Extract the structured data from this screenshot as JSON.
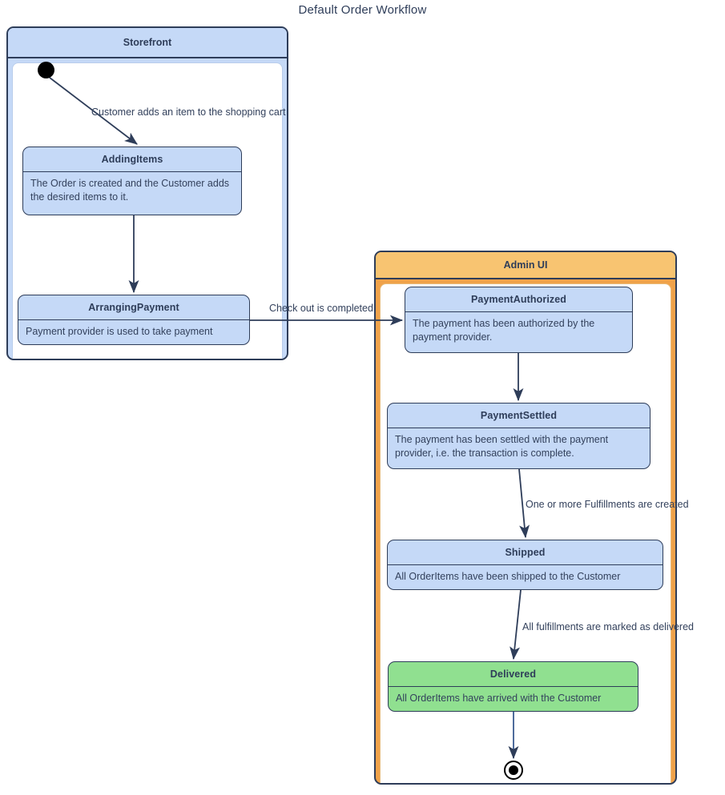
{
  "diagram": {
    "title": "Default Order Workflow",
    "type": "uml-state-machine"
  },
  "colors": {
    "state_fill_blue": "#c5d9f7",
    "state_fill_green": "#90e090",
    "state_border": "#2e3d59",
    "container_storefront_header": "#c5d9f7",
    "container_adminui_header": "#f8c471",
    "container_adminui_border": "#f0a24a",
    "text": "#33415c",
    "arrow": "#2e3d59"
  },
  "containers": [
    {
      "id": "storefront",
      "title": "Storefront"
    },
    {
      "id": "adminui",
      "title": "Admin UI"
    }
  ],
  "states": [
    {
      "id": "addingitems",
      "name": "AddingItems",
      "description": "The Order is created and the Customer adds the desired items to it.",
      "container": "storefront",
      "fill": "blue"
    },
    {
      "id": "arrangingpayment",
      "name": "ArrangingPayment",
      "description": "Payment provider is used to take payment",
      "container": "storefront",
      "fill": "blue"
    },
    {
      "id": "paymentauthorized",
      "name": "PaymentAuthorized",
      "description": "The payment has been authorized by the payment provider.",
      "container": "adminui",
      "fill": "blue"
    },
    {
      "id": "paymentsettled",
      "name": "PaymentSettled",
      "description": "The payment has been settled with the payment provider, i.e. the transaction is complete.",
      "container": "adminui",
      "fill": "blue"
    },
    {
      "id": "shipped",
      "name": "Shipped",
      "description": "All OrderItems have been shipped to the Customer",
      "container": "adminui",
      "fill": "blue"
    },
    {
      "id": "delivered",
      "name": "Delivered",
      "description": "All OrderItems have arrived with the Customer",
      "container": "adminui",
      "fill": "green"
    }
  ],
  "pseudostates": [
    {
      "id": "initial",
      "kind": "initial",
      "container": "storefront"
    },
    {
      "id": "final",
      "kind": "final",
      "container": "adminui"
    }
  ],
  "transitions": [
    {
      "from": "initial",
      "to": "addingitems",
      "label": "Customer adds an item to the shopping cart"
    },
    {
      "from": "addingitems",
      "to": "arrangingpayment",
      "label": ""
    },
    {
      "from": "arrangingpayment",
      "to": "paymentauthorized",
      "label": "Check out is completed"
    },
    {
      "from": "paymentauthorized",
      "to": "paymentsettled",
      "label": ""
    },
    {
      "from": "paymentsettled",
      "to": "shipped",
      "label": "One or more Fulfillments are created"
    },
    {
      "from": "shipped",
      "to": "delivered",
      "label": "All fulfillments are marked as delivered"
    },
    {
      "from": "delivered",
      "to": "final",
      "label": ""
    }
  ]
}
